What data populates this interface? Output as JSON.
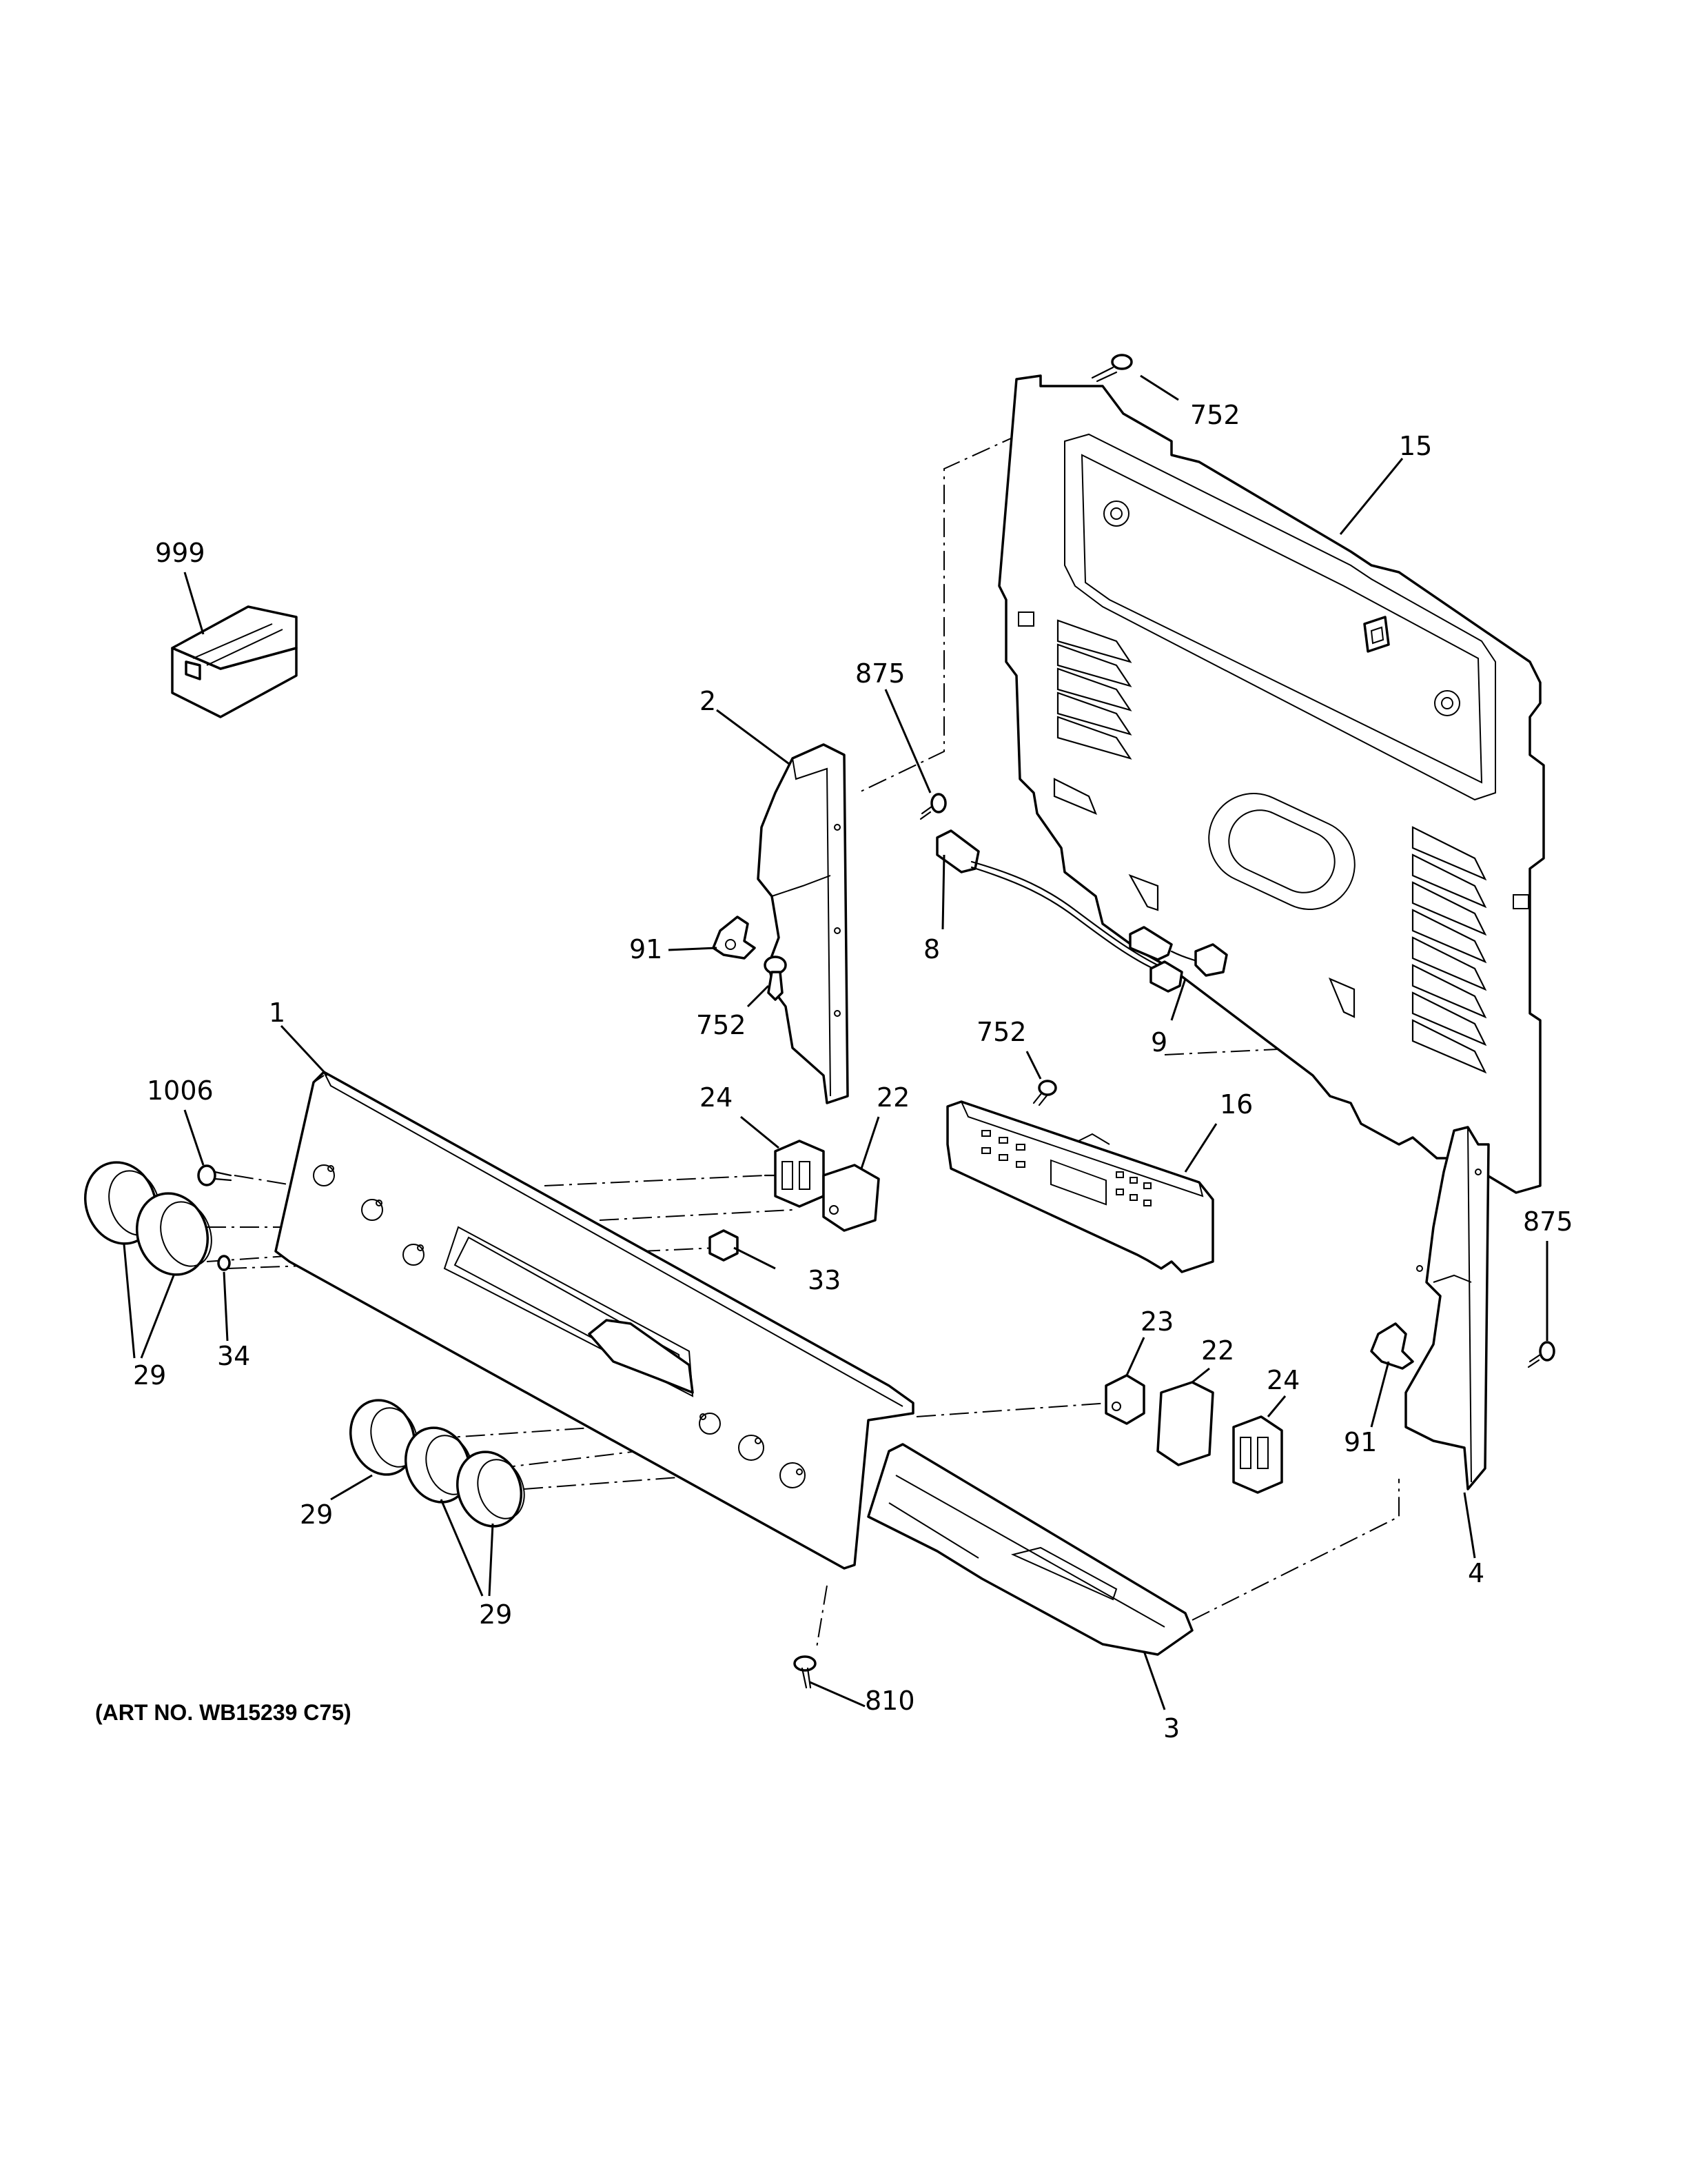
{
  "diagram": {
    "art_number": "(ART NO. WB15239 C75)",
    "callouts": [
      {
        "id": "c999",
        "label": "999"
      },
      {
        "id": "c752a",
        "label": "752"
      },
      {
        "id": "c15",
        "label": "15"
      },
      {
        "id": "c875a",
        "label": "875"
      },
      {
        "id": "c2",
        "label": "2"
      },
      {
        "id": "c91a",
        "label": "91"
      },
      {
        "id": "c752b",
        "label": "752"
      },
      {
        "id": "c8",
        "label": "8"
      },
      {
        "id": "c752c",
        "label": "752"
      },
      {
        "id": "c9",
        "label": "9"
      },
      {
        "id": "c1",
        "label": "1"
      },
      {
        "id": "c1006",
        "label": "1006"
      },
      {
        "id": "c24a",
        "label": "24"
      },
      {
        "id": "c22a",
        "label": "22"
      },
      {
        "id": "c16",
        "label": "16"
      },
      {
        "id": "c875b",
        "label": "875"
      },
      {
        "id": "c33",
        "label": "33"
      },
      {
        "id": "c29a",
        "label": "29"
      },
      {
        "id": "c34",
        "label": "34"
      },
      {
        "id": "c23",
        "label": "23"
      },
      {
        "id": "c22b",
        "label": "22"
      },
      {
        "id": "c24b",
        "label": "24"
      },
      {
        "id": "c91b",
        "label": "91"
      },
      {
        "id": "c29b",
        "label": "29"
      },
      {
        "id": "c29c",
        "label": "29"
      },
      {
        "id": "c4",
        "label": "4"
      },
      {
        "id": "c810",
        "label": "810"
      },
      {
        "id": "c3",
        "label": "3"
      }
    ]
  }
}
